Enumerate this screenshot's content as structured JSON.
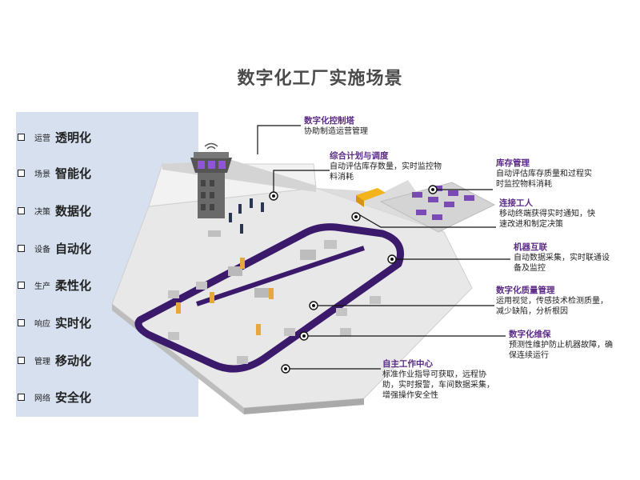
{
  "title": "数字化工厂实施场景",
  "features": [
    {
      "small": "运营",
      "big": "透明化"
    },
    {
      "small": "场景",
      "big": "智能化"
    },
    {
      "small": "决策",
      "big": "数据化"
    },
    {
      "small": "设备",
      "big": "自动化"
    },
    {
      "small": "生产",
      "big": "柔性化"
    },
    {
      "small": "响应",
      "big": "实时化"
    },
    {
      "small": "管理",
      "big": "移动化"
    },
    {
      "small": "网络",
      "big": "安全化"
    }
  ],
  "annotations": [
    {
      "title": "数字化控制塔",
      "desc": "协助制造运营管理"
    },
    {
      "title": "综合计划与调度",
      "desc": "自动评估库存数量，实时监控物\n料消耗"
    },
    {
      "title": "库存管理",
      "desc": "自动评估库存质量和过程实\n时监控物料消耗"
    },
    {
      "title": "连接工人",
      "desc": "移动终端获得实时通知，快\n速改进和制定决策"
    },
    {
      "title": "机器互联",
      "desc": "自动数据采集，实时联通设\n备及监控"
    },
    {
      "title": "数字化质量管理",
      "desc": "运用视觉，传感技术检测质量，\n减少缺陷，分析根因"
    },
    {
      "title": "数字化维保",
      "desc": "预测性维护防止机器故障，确\n保连续运行"
    },
    {
      "title": "自主工作中心",
      "desc": "标准作业指导可获取，远程协\n助，实时报警，车间数据采集，\n增强操作安全性"
    }
  ],
  "colors": {
    "accent": "#5b2a86",
    "conveyor": "#3b1a6b",
    "panel": "#d6e0ee",
    "floor": "#e7e7e7",
    "wall": "#c9c9c9"
  }
}
